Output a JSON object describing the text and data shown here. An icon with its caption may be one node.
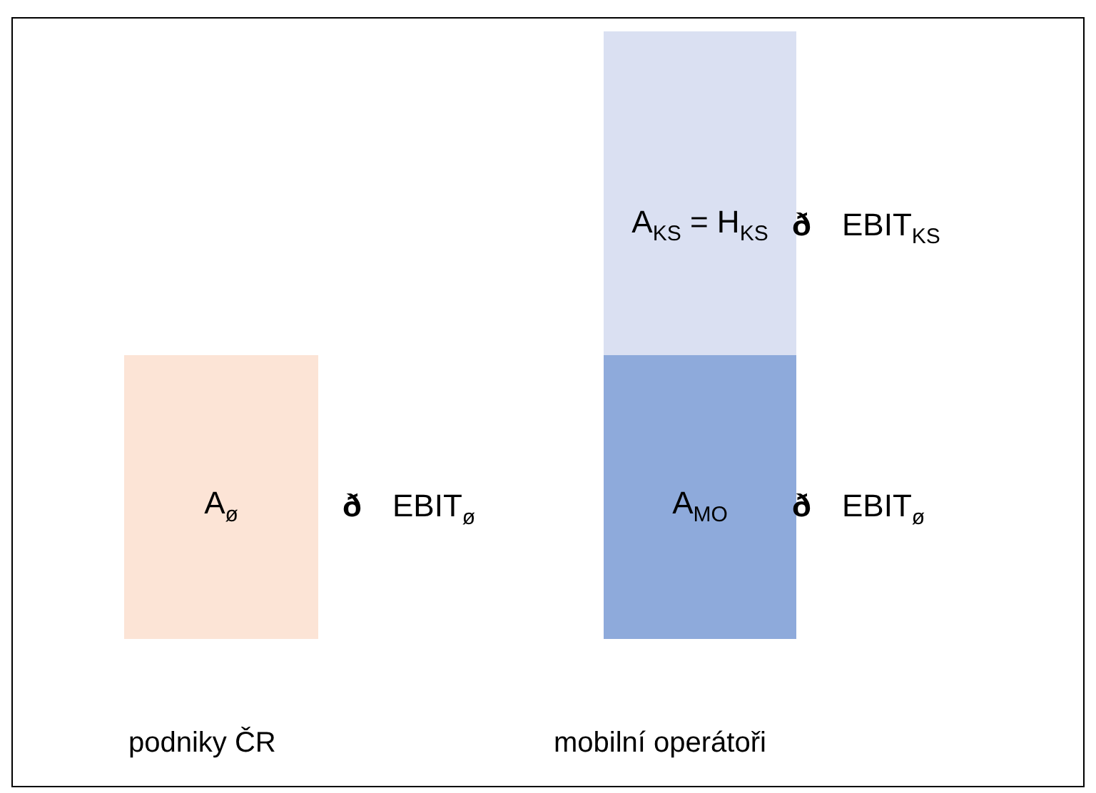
{
  "diagram": {
    "nodes": [
      {
        "text": [
          "A$_{ø}$"
        ],
        "beside": [
          "ð",
          "EBIT$_{ø}$"
        ]
      },
      {
        "text": [
          "A$_{KS}$ = H$_{KS}$"
        ],
        "beside": [
          "ð",
          "EBIT$_{KS}$"
        ]
      },
      {
        "text": [
          "A$_{MO}$"
        ],
        "beside": [
          "ð",
          "EBIT$_{ø}$"
        ]
      }
    ],
    "labels": [
      "podniky ČR",
      "mobilní operátoři"
    ]
  }
}
